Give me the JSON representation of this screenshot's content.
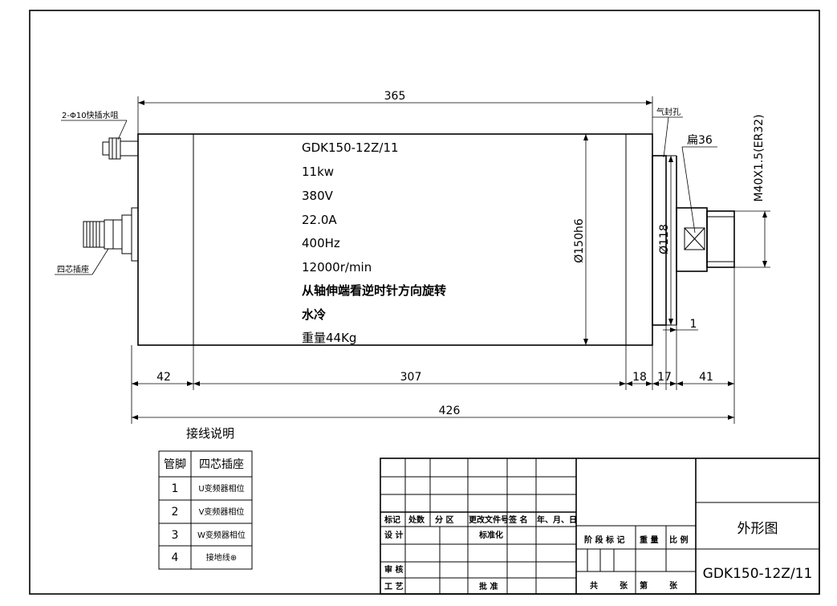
{
  "dimensions": {
    "total_body": "365",
    "total_length": "426",
    "rear": "42",
    "body": "307",
    "flange1": "18",
    "flange2": "17",
    "nose": "41",
    "gap": "1",
    "diameter_body": "Ø150h6",
    "diameter_flange": "Ø118",
    "thread": "M40X1.5(ER32)",
    "wrench_flat": "扁36"
  },
  "callouts": {
    "water_fitting": "2-Φ10快插水咀",
    "connector": "四芯插座",
    "air_seal": "气封孔"
  },
  "specs": [
    "GDK150-12Z/11",
    "11kw",
    "380V",
    "22.0A",
    "400Hz",
    "12000r/min",
    "从轴伸端看逆时针方向旋转",
    "水冷",
    "重量44Kg"
  ],
  "wiring": {
    "title": "接线说明",
    "headers": [
      "管脚",
      "四芯插座"
    ],
    "rows": [
      [
        "1",
        "U变频器相位"
      ],
      [
        "2",
        "V变频器相位"
      ],
      [
        "3",
        "W变频器相位"
      ],
      [
        "4",
        "接地线⊕"
      ]
    ]
  },
  "title_block": {
    "row_labels": [
      "标记",
      "处数",
      "分 区",
      "更改文件号",
      "签 名",
      "年、月、日"
    ],
    "design": "设 计",
    "standard": "标准化",
    "stage": "阶 段 标 记",
    "weight": "重 量",
    "scale": "比 例",
    "review": "审 核",
    "process": "工 艺",
    "approve": "批 准",
    "total": "共",
    "sheets": "张",
    "page": "第",
    "page_sheets": "张",
    "drawing_name": "外形图",
    "model": "GDK150-12Z/11"
  }
}
